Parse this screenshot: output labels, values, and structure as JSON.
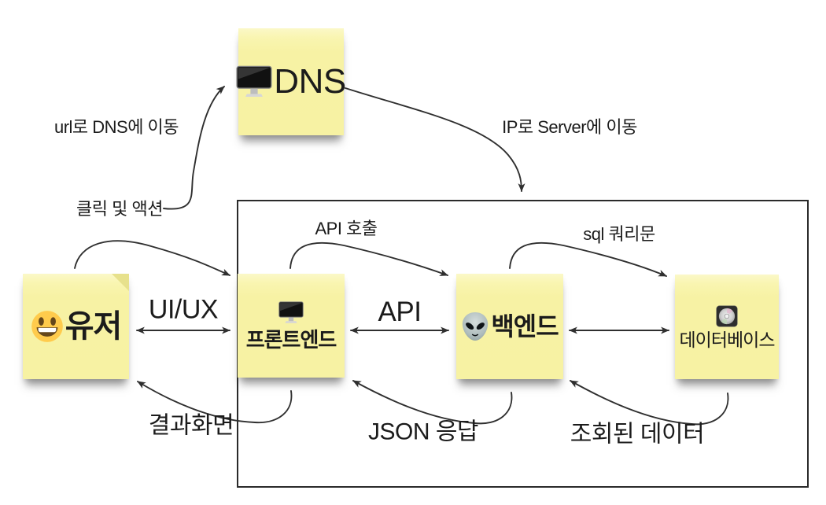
{
  "diagram": {
    "title_hint": "web request flow diagram (korean)",
    "colors": {
      "background": "#ffffff",
      "note_fill": "#f7f2a3",
      "arrow": "#2f2f2f",
      "server_box_border": "#2a2a2a",
      "text": "#1b1b1b"
    },
    "nodes": {
      "dns": {
        "label": "DNS",
        "icon": "desktop-computer"
      },
      "user": {
        "label": "유저",
        "icon": "grinning-face"
      },
      "frontend": {
        "label": "프론트엔드",
        "icon": "desktop-computer"
      },
      "backend": {
        "label": "백엔드",
        "icon": "alien-face"
      },
      "database": {
        "label": "데이터베이스",
        "icon": "computer-disk"
      }
    },
    "server_box": {
      "contains": [
        "frontend",
        "backend",
        "database"
      ]
    },
    "edges": [
      {
        "id": "user-to-frontend-action",
        "from": "user",
        "to": "frontend",
        "label": "",
        "arrows": "forward"
      },
      {
        "id": "user-to-dns",
        "from": "user",
        "to": "dns",
        "label": "url로 DNS에 이동",
        "start_label": "클릭 및 액션",
        "arrows": "forward"
      },
      {
        "id": "dns-to-server",
        "from": "dns",
        "to": "server-box",
        "label": "IP로 Server에 이동",
        "arrows": "forward"
      },
      {
        "id": "frontend-to-backend-call",
        "from": "frontend",
        "to": "backend",
        "label": "API 호출",
        "arrows": "forward"
      },
      {
        "id": "backend-to-database-query",
        "from": "backend",
        "to": "database",
        "label": "sql 쿼리문",
        "arrows": "forward"
      },
      {
        "id": "user-frontend-link",
        "from": "user",
        "to": "frontend",
        "label": "UI/UX",
        "arrows": "both"
      },
      {
        "id": "frontend-backend-link",
        "from": "frontend",
        "to": "backend",
        "label": "API",
        "arrows": "both"
      },
      {
        "id": "backend-database-link",
        "from": "backend",
        "to": "database",
        "label": "",
        "arrows": "both"
      },
      {
        "id": "frontend-to-user-result",
        "from": "frontend",
        "to": "user",
        "label": "결과화면",
        "arrows": "forward"
      },
      {
        "id": "backend-to-frontend-resp",
        "from": "backend",
        "to": "frontend",
        "label": "JSON 응답",
        "arrows": "forward"
      },
      {
        "id": "database-to-backend-data",
        "from": "database",
        "to": "backend",
        "label": "조회된 데이터",
        "arrows": "forward"
      }
    ]
  }
}
